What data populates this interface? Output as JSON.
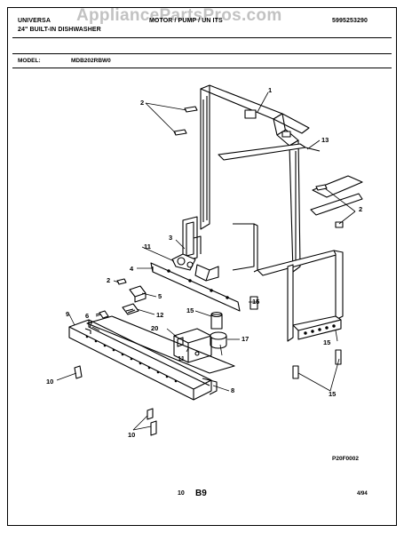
{
  "header": {
    "brand": "UNIVERSA",
    "product": "24\" BUILT-IN DISHWASHER",
    "center_title": "MOTOR / PUMP / UN  ITS",
    "part_number": "5995253290",
    "watermark": "AppliancePartsPros.com"
  },
  "model": {
    "label": "MODEL:",
    "value": "MDB202RBW0"
  },
  "callouts": [
    "1",
    "2",
    "2",
    "2",
    "3",
    "4",
    "5",
    "6",
    "7",
    "8",
    "9",
    "10",
    "10",
    "11",
    "11",
    "12",
    "13",
    "15",
    "15",
    "15",
    "15",
    "17",
    "20"
  ],
  "drawing_code": "P20F0002",
  "footer": {
    "page": "10",
    "section": "B9",
    "date": "4/94"
  }
}
